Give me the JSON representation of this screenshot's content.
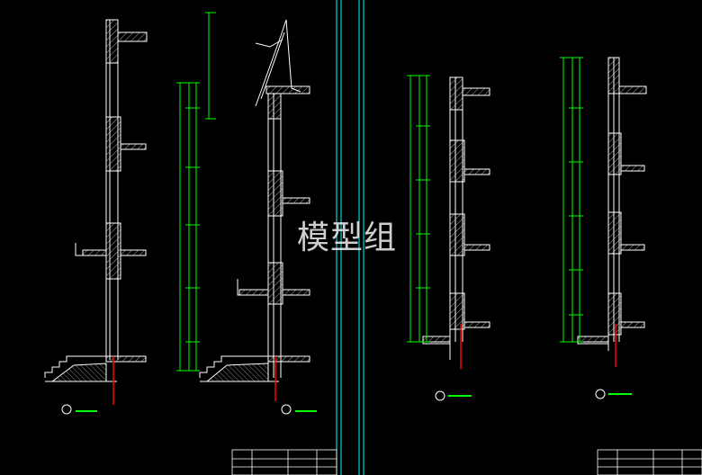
{
  "watermark": {
    "text": "模型组",
    "kind": "logo-lettering"
  },
  "colors": {
    "background": "#000000",
    "structure": "#ffffff",
    "dimension": "#00ff00",
    "frame": "#00ffff",
    "axis": "#ff0000",
    "hatch": "#ffffff"
  },
  "sections": [
    {
      "id": "section-1",
      "label_marker": "section-label-1"
    },
    {
      "id": "section-2",
      "label_marker": "section-label-2"
    },
    {
      "id": "section-3",
      "label_marker": "section-label-3"
    },
    {
      "id": "section-4",
      "label_marker": "section-label-4"
    }
  ]
}
